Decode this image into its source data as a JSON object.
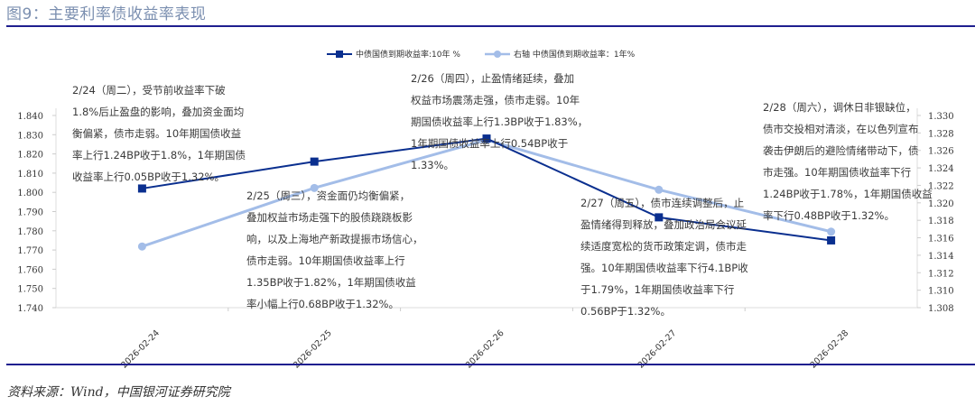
{
  "title": "图9：主要利率债收益率表现",
  "source": "资料来源：Wind，中国银河证券研究院",
  "colors": {
    "series_10y": "#0a2f8f",
    "series_1y": "#a3bde8",
    "rule": "#1f1f8f"
  },
  "chart_data": {
    "type": "line",
    "categories": [
      "2026-02-24",
      "2026-02-25",
      "2026-02-26",
      "2026-02-27",
      "2026-02-28"
    ],
    "series": [
      {
        "name": "中债国债到期收益率:10年 %",
        "axis": "left",
        "marker": "square",
        "values": [
          1.802,
          1.816,
          1.828,
          1.787,
          1.775
        ]
      },
      {
        "name": "右轴 中债国债到期收益率：1年%",
        "axis": "right",
        "marker": "circle",
        "values": [
          1.315,
          1.3217,
          1.3272,
          1.3215,
          1.3167
        ]
      }
    ],
    "left_axis": {
      "ylim": [
        1.74,
        1.84
      ],
      "ticks": [
        "1.740",
        "1.750",
        "1.760",
        "1.770",
        "1.780",
        "1.790",
        "1.800",
        "1.810",
        "1.820",
        "1.830",
        "1.840"
      ]
    },
    "right_axis": {
      "ylim": [
        1.308,
        1.33
      ],
      "ticks": [
        "1.308",
        "1.310",
        "1.312",
        "1.314",
        "1.316",
        "1.318",
        "1.320",
        "1.322",
        "1.324",
        "1.326",
        "1.328",
        "1.330"
      ]
    },
    "legend": "top-right",
    "grid": false,
    "annotations": [
      "2/24（周二），受节前收益率下破\n1.8%后止盈盘的影响，叠加资金面均\n衡偏紧，债市走弱。10年期国债收益\n率上行1.24BP收于1.8%，1年期国债\n收益率上行0.05BP收于1.32%。",
      "2/25（周三），资金面仍均衡偏紧，\n叠加权益市场走强下的股债跷跷板影\n响，以及上海地产新政提振市场信心，\n债市走弱。10年期国债收益率上行\n1.35BP收于1.82%，1年期国债收益\n率小幅上行0.68BP收于1.32%。",
      "2/26（周四），止盈情绪延续，叠加\n权益市场震荡走强，债市走弱。10年\n期国债收益率上行1.3BP收于1.83%，\n1年期国债收益率上行0.54BP收于\n1.33%。",
      "2/27（周五），债市连续调整后，止\n盈情绪得到释放，叠加政治局会议延\n续适度宽松的货币政策定调，债市走\n强。10年期国债收益率下行4.1BP收\n于1.79%，1年期国债收益率下行\n0.56BP于1.32%。",
      "2/28（周六），调休日非银缺位，\n债市交投相对清淡，在以色列宣布\n袭击伊朗后的避险情绪带动下，债\n市走强。10年期国债收益率下行\n1.24BP收于1.78%，1年期国债收益\n率下行0.48BP收于1.32%。"
    ]
  }
}
